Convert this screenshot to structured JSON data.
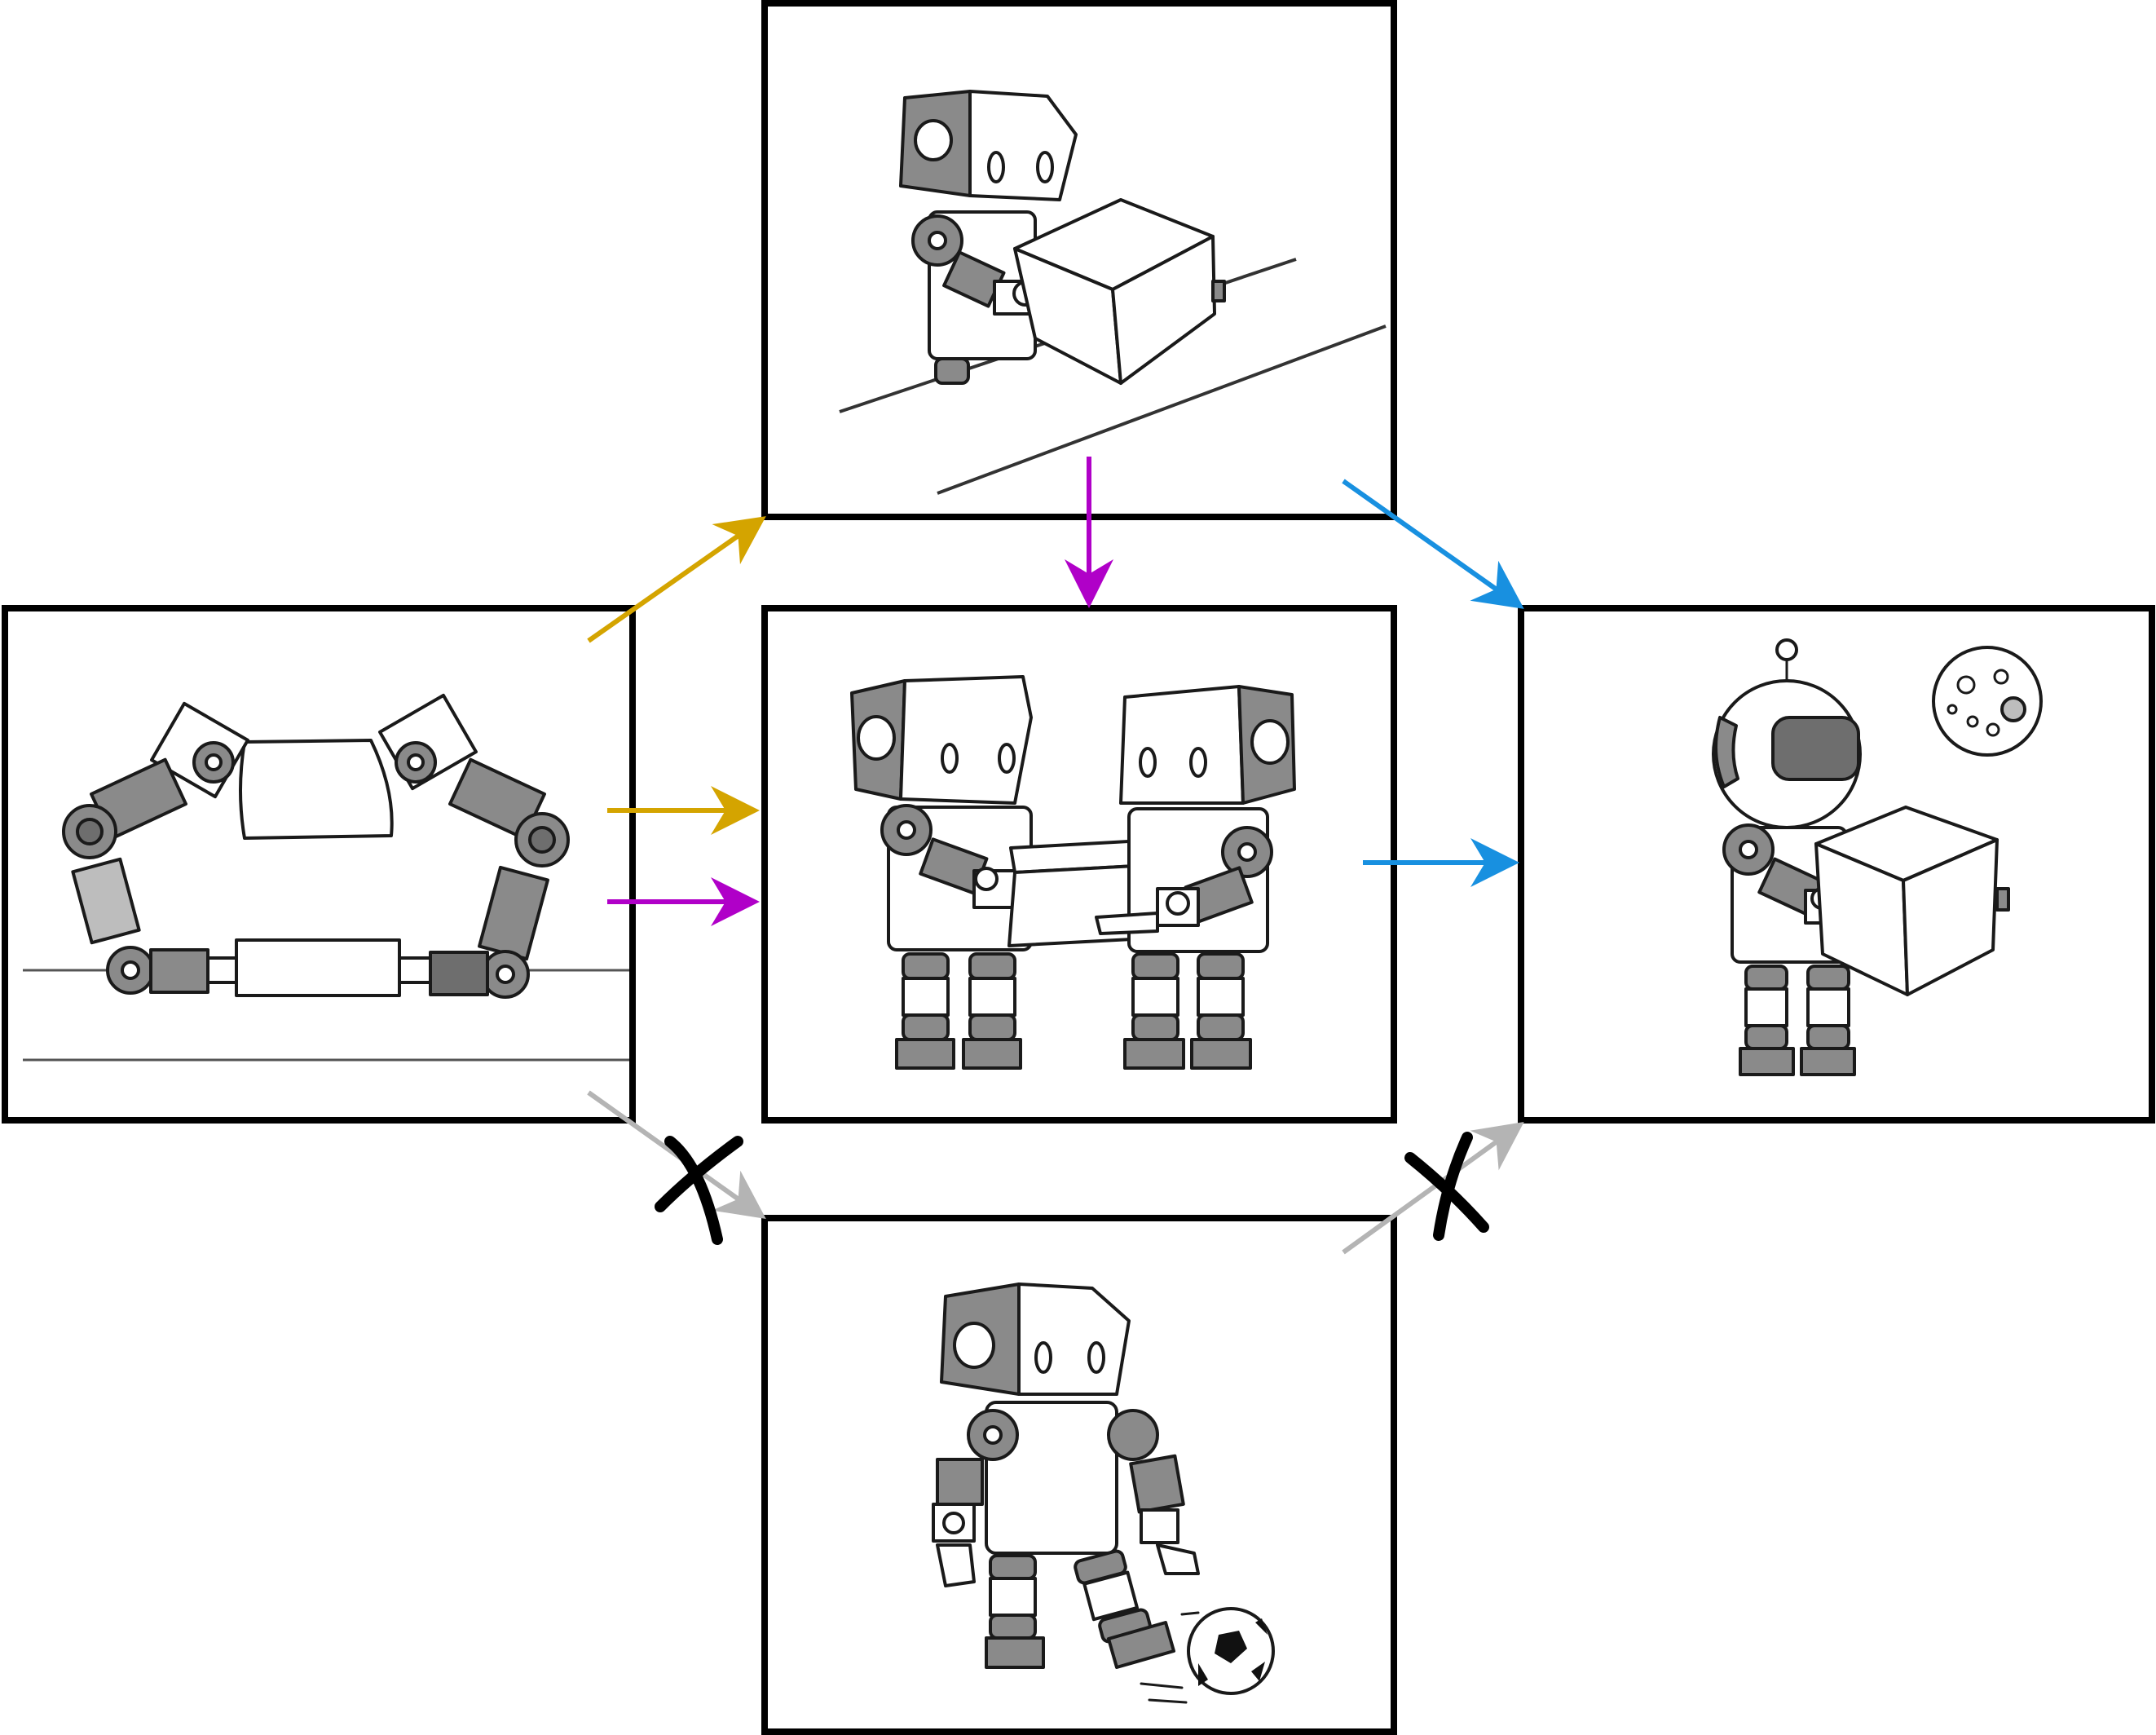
{
  "colors": {
    "gold": "#d4a400",
    "purple": "#b000c8",
    "blue": "#1890e0",
    "gray": "#b4b4b4",
    "cross": "#000000",
    "frame": "#000000"
  },
  "panels": [
    {
      "id": "left",
      "depicts": "robot-arm-gripping-bar"
    },
    {
      "id": "top",
      "depicts": "robot-carrying-box"
    },
    {
      "id": "center",
      "depicts": "two-robots-carrying-box"
    },
    {
      "id": "right",
      "depicts": "astronaut-robot-with-box-and-moon"
    },
    {
      "id": "bottom",
      "depicts": "robot-kicking-ball"
    }
  ],
  "edges": [
    {
      "from": "left",
      "to": "top",
      "color": "gold",
      "blocked": false
    },
    {
      "from": "left",
      "to": "center",
      "color": "gold",
      "blocked": false
    },
    {
      "from": "left",
      "to": "center",
      "color": "purple",
      "blocked": false
    },
    {
      "from": "top",
      "to": "center",
      "color": "purple",
      "blocked": false
    },
    {
      "from": "top",
      "to": "right",
      "color": "blue",
      "blocked": false
    },
    {
      "from": "center",
      "to": "right",
      "color": "blue",
      "blocked": false
    },
    {
      "from": "left",
      "to": "bottom",
      "color": "gray",
      "blocked": true
    },
    {
      "from": "bottom",
      "to": "right",
      "color": "gray",
      "blocked": true
    }
  ]
}
